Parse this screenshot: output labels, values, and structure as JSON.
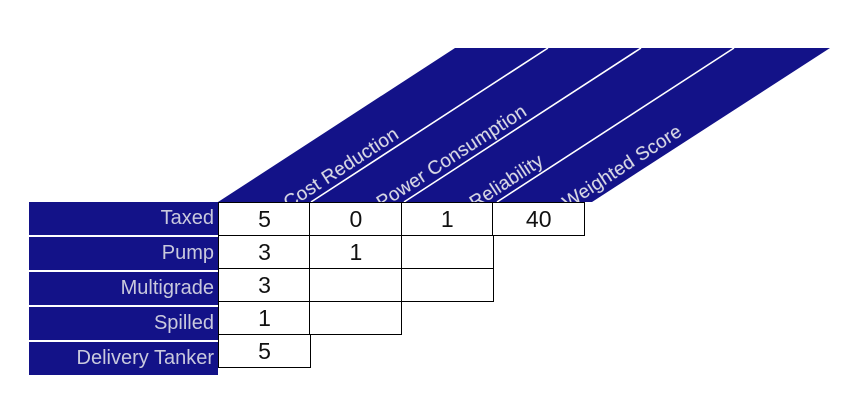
{
  "diagram": {
    "type": "triangular-matrix",
    "title_visible": false,
    "colors": {
      "band_fill": "#131288",
      "band_divider": "#ffffff",
      "header_text": "#d8d8e4",
      "row_label_fill": "#131288",
      "row_label_text": "#c9c9dd",
      "cell_border": "#000000",
      "cell_fill": "#ffffff",
      "cell_text": "#111111",
      "page_background": "#ffffff"
    },
    "columns": [
      {
        "label": "Cost Reduction"
      },
      {
        "label": "Power Consumption"
      },
      {
        "label": "Reliability"
      },
      {
        "label": "Weighted Score"
      }
    ],
    "rows": [
      {
        "label": "Taxed",
        "values": [
          "5",
          "0",
          "1",
          "40"
        ]
      },
      {
        "label": "Pump",
        "values": [
          "3",
          "1",
          ""
        ]
      },
      {
        "label": "Multigrade",
        "values": [
          "3",
          "",
          ""
        ]
      },
      {
        "label": "Spilled",
        "values": [
          "1",
          ""
        ]
      },
      {
        "label": "Delivery Tanker",
        "values": [
          "5"
        ]
      }
    ]
  }
}
